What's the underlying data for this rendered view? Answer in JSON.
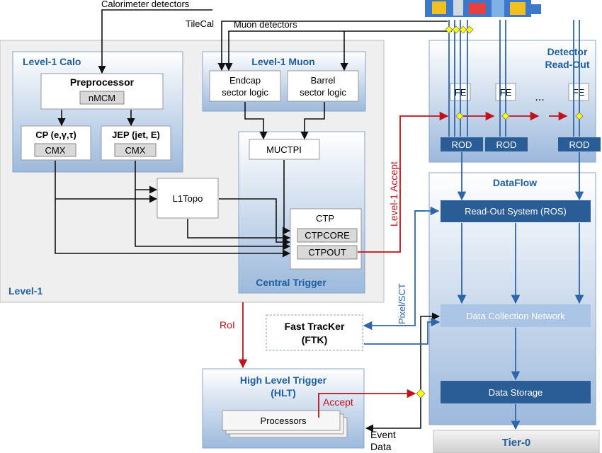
{
  "colors": {
    "accent_blue": "#1f5fa0",
    "accept_red": "#c0121a",
    "panel_gray": "#efefef",
    "block_top": "#ffffff",
    "block_bottom": "#9fbbdc",
    "dark_blue": "#2a5c96",
    "diamond_yellow": "#ffff00"
  },
  "labels": {
    "calorimeter_detectors": "Calorimeter detectors",
    "tilecal": "TileCal",
    "muon_detectors": "Muon detectors",
    "level1": "Level-1",
    "level1_calo": "Level-1 Calo",
    "preprocessor": "Preprocessor",
    "nmcm": "nMCM",
    "cp": "CP (e,γ,τ)",
    "jep": "JEP (jet, E)",
    "cmx_cp": "CMX",
    "cmx_jep": "CMX",
    "level1_muon": "Level-1 Muon",
    "endcap_line1": "Endcap",
    "endcap_line2": "sector logic",
    "barrel_line1": "Barrel",
    "barrel_line2": "sector logic",
    "muctpi": "MUCTPI",
    "l1topo": "L1Topo",
    "ctp": "CTP",
    "ctpcore": "CTPCORE",
    "ctpout": "CTPOUT",
    "central_trigger": "Central Trigger",
    "detector_readout_line1": "Detector",
    "detector_readout_line2": "Read-Out",
    "fe": "FE",
    "ellipsis": "...",
    "rod": "ROD",
    "level1_accept": "Level-1 Accept",
    "dataflow": "DataFlow",
    "ros": "Read-Out System (ROS)",
    "pixel_sct": "Pixel/SCT",
    "data_collection_network": "Data Collection Network",
    "data_storage": "Data Storage",
    "tier0": "Tier-0",
    "roi": "RoI",
    "ftk_line1": "Fast TracKer",
    "ftk_line2": "(FTK)",
    "hlt_line1": "High Level Trigger",
    "hlt_line2": "(HLT)",
    "accept": "Accept",
    "processors": "Processors",
    "event_data_line1": "Event",
    "event_data_line2": "Data"
  }
}
